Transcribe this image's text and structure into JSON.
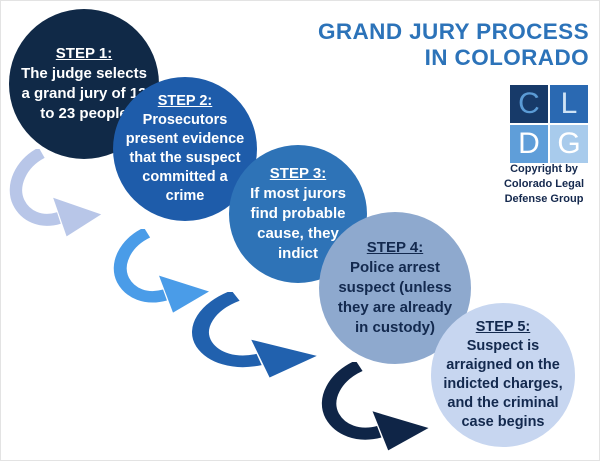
{
  "palette": {
    "step1_bg": "#102947",
    "step2_bg": "#1e5caa",
    "step3_bg": "#2e73b7",
    "step4_bg": "#8ea9ce",
    "step5_bg": "#c7d6f0",
    "step_text_light": "#ffffff",
    "step_text_dark": "#13294e",
    "arrow1": "#b8c6e8",
    "arrow2": "#4a9ce8",
    "arrow3": "#2161ae",
    "arrow4": "#0f2547",
    "title_blue": "#2c73b9",
    "logo_c_bg": "#173a69",
    "logo_l_bg": "#2a69b2",
    "logo_d_bg": "#5f9ed9",
    "logo_g_bg": "#a8cbec"
  },
  "header": {
    "title": "GRAND JURY PROCESS\nIN COLORADO"
  },
  "logo": {
    "letters": [
      "C",
      "L",
      "D",
      "G"
    ],
    "caption": "Copyright by\nColorado Legal\nDefense Group"
  },
  "steps": [
    {
      "label": "STEP 1:",
      "text": "The judge selects\na grand jury of 12\nto 23 people"
    },
    {
      "label": "STEP 2:",
      "text": "Prosecutors\npresent evidence\nthat the suspect\ncommitted a\ncrime"
    },
    {
      "label": "STEP 3:",
      "text": "If most jurors\nfind probable\ncause, they\nindict"
    },
    {
      "label": "STEP 4:",
      "text": "Police arrest\nsuspect (unless\nthey are already\nin custody)"
    },
    {
      "label": "STEP 5:",
      "text": "Suspect is\narraigned on the\nindicted charges,\nand the criminal\ncase begins"
    }
  ]
}
